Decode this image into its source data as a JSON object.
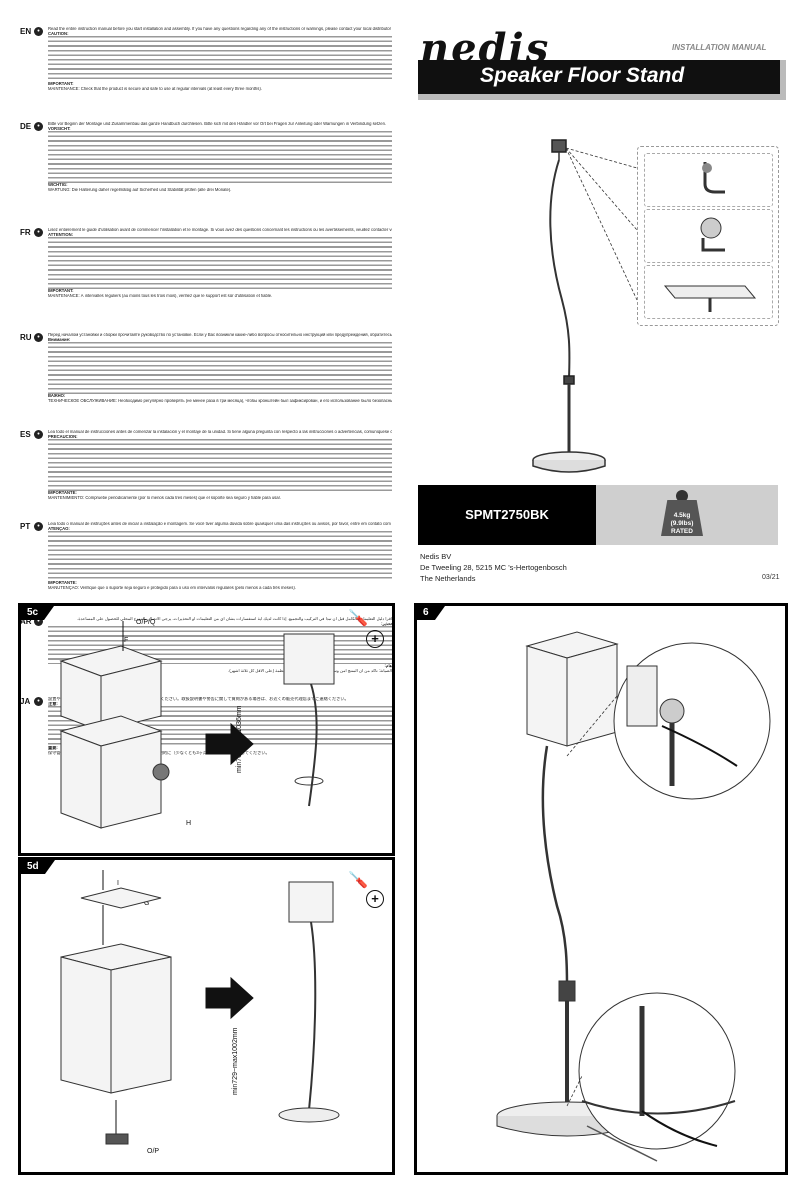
{
  "brand": {
    "logo": "nedis",
    "manual": "INSTALLATION MANUAL",
    "title": "Speaker Floor Stand"
  },
  "product": {
    "model": "SPMT2750BK",
    "weight_kg": "4.5kg",
    "weight_lbs": "(9.9lbs)",
    "weight_label": "RATED"
  },
  "address": {
    "company": "Nedis BV",
    "street": "De Tweeling 28, 5215 MC 's-Hertogenbosch",
    "country": "The Netherlands",
    "date": "03/21"
  },
  "languages": [
    {
      "code": "EN",
      "lead": "Read the entire instruction manual before you start installation and assembly. If you have any questions regarding any of the instructions or warnings, please contact your local distributor for assistance.",
      "caution": "CAUTION:",
      "important": "IMPORTANT:",
      "maintenance": "MAINTENANCE: Check that the product is secure and safe to use at regular intervals (at least every three months)."
    },
    {
      "code": "DE",
      "lead": "Bitte vor Beginn der Montage und Zusammenbau das ganze Handbuch durchlesen. Bitte sich mit den Händler vor Ort bei Fragen zur Anleitung oder Warnungen in Verbindung setzen.",
      "caution": "VORSICHT:",
      "important": "WICHTIG:",
      "maintenance": "WARTUNG: Die Halterung daher regelmäßig auf Sicherheit und Stabilität prüfen (alle drei Monate)."
    },
    {
      "code": "FR",
      "lead": "Lisez entièrement le guide d'utilisation avant de commencer l'installation et le montage. Si vous avez des questions concernant les instructions ou les avertissements, veuillez contacter votre distributeur local pour vous assister.",
      "caution": "ATTENTION:",
      "important": "IMPORTANT:",
      "maintenance": "MAINTENANCE: À intervalles réguliers (au moins tous les trois mois), vérifiez que le support est sûr d'utilisation et fiable."
    },
    {
      "code": "RU",
      "lead": "Перед началом установки и сборки прочитайте руководство по установке. Если у Вас возникли какие-либо вопросы относительно инструкций или предупреждений, обратитесь к Вашему местному дистрибьютору для получения помощи.",
      "caution": "Внимание:",
      "important": "ВАЖНО:",
      "maintenance": "ТЕХНИЧЕСКОЕ ОБСЛУЖИВАНИЕ: Необходимо регулярно проверять (не менее раза в три месяца), чтобы кронштейн был зафиксирован, и его использование было безопасным."
    },
    {
      "code": "ES",
      "lead": "Lea todo el manual de instrucciones antes de comenzar la instalación y el montaje de la unidad. Si tiene alguna pregunta con respecto a las instrucciones o advertencias, comuníquese con su distribuidor local.",
      "caution": "PRECAUCIÓN:",
      "important": "IMPORTANTE:",
      "maintenance": "MANTENIMIENTO: Compruebe periódicamente (por lo menos cada tres meses) que el soporte sea seguro y fiable para usar."
    },
    {
      "code": "PT",
      "lead": "Leia todo o manual de instruções antes de iniciar a instalação e montagem. Se você tiver alguma dúvida sobre quaisquer uma das instruções ou avisos, por favor, entre em contato com o seu distribuidor local para assistência.",
      "caution": "ATENÇÃO:",
      "important": "IMPORTANTE:",
      "maintenance": "MANUTENÇÃO: Verifique que o suporte seja seguro e protegido para o uso em intervalos regulares (pelo menos a cada três meses)."
    },
    {
      "code": "AR",
      "lead": "اقرأ دليل التعليمات بالكامل قبل أن تبدأ في التركيب والتجميع. إذا كانت لديك أية استفسارات بشأن أي من التعليمات أو التحذيرات، يرجى الاتصال بالموزع المحلي للحصول على المساعدة.",
      "caution": "تحذير:",
      "important": "هام:",
      "maintenance": "الصيانة: تأكد من أن المنتج آمن وسالم للاستخدام على فترات منتظمة (على الأقل كل ثلاثة أشهر)."
    },
    {
      "code": "JA",
      "lead": "設置や組み立てを始める前に、すべての取扱説明書をお読みください。取扱説明書や警告に関して質問がある場合は、お近くの販売代理店までご連絡ください。",
      "caution": "注意:",
      "important": "重要:",
      "maintenance": "保守管理: ブラケットは安全で使用しても安全であるか、定期的に（少なくとも3ヶ月ごとに）チェックしてください。"
    }
  ],
  "steps": [
    {
      "label": "5c",
      "dimension": "min763~max1036mm",
      "parts": [
        "O/P/Q",
        "F",
        "H"
      ]
    },
    {
      "label": "6"
    },
    {
      "label": "5d",
      "dimension": "min729~max1002mm",
      "parts": [
        "I",
        "G",
        "O/P"
      ]
    }
  ],
  "icons": {
    "tool": "screwdriver-icon",
    "assembly": "plus-circle-icon"
  }
}
